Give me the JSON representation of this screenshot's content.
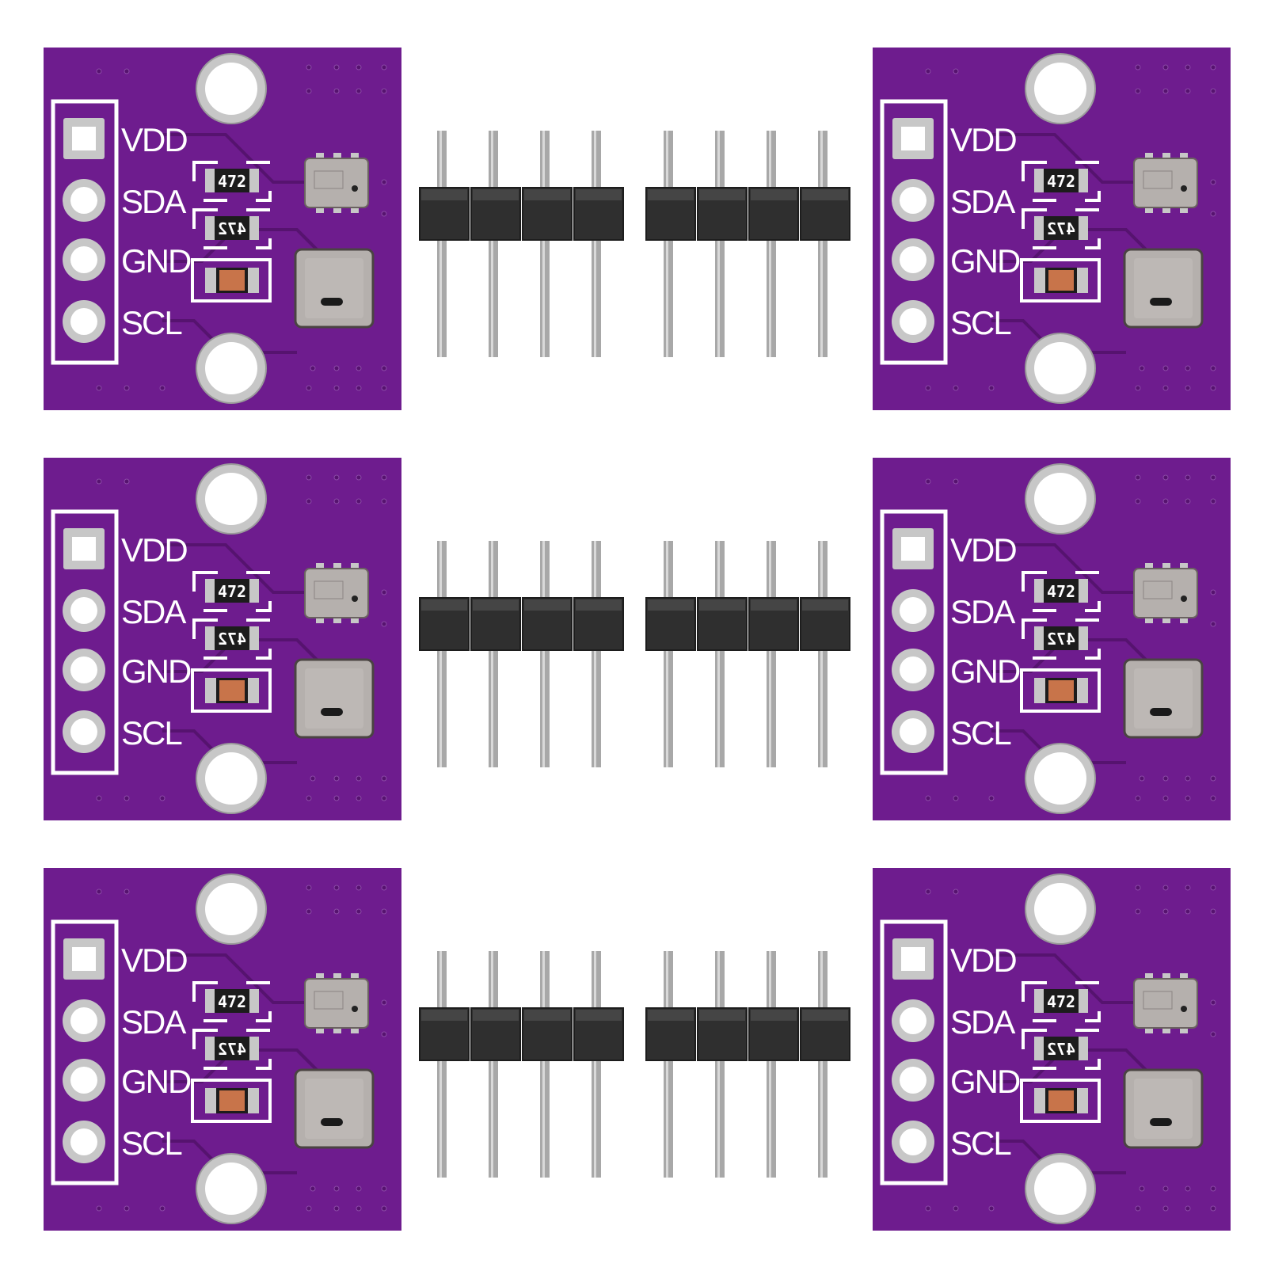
{
  "colors": {
    "background": "#ffffff",
    "pcb": "#6e1c8e",
    "pcb_dark": "#56136f",
    "silkscreen": "#ffffff",
    "pad": "#c7c7c7",
    "header_plastic": "#2f2f2f",
    "pin_metal": "#a8a8a8",
    "sensor_body": "#b5b0ad",
    "capacitor": "#c8744a"
  },
  "board": {
    "pin_labels": [
      "VDD",
      "SDA",
      "GND",
      "SCL"
    ],
    "resistor_1_marking": "472",
    "resistor_2_marking": "472"
  },
  "header": {
    "pin_count": 4
  },
  "counts": {
    "board_rows": 3
  }
}
